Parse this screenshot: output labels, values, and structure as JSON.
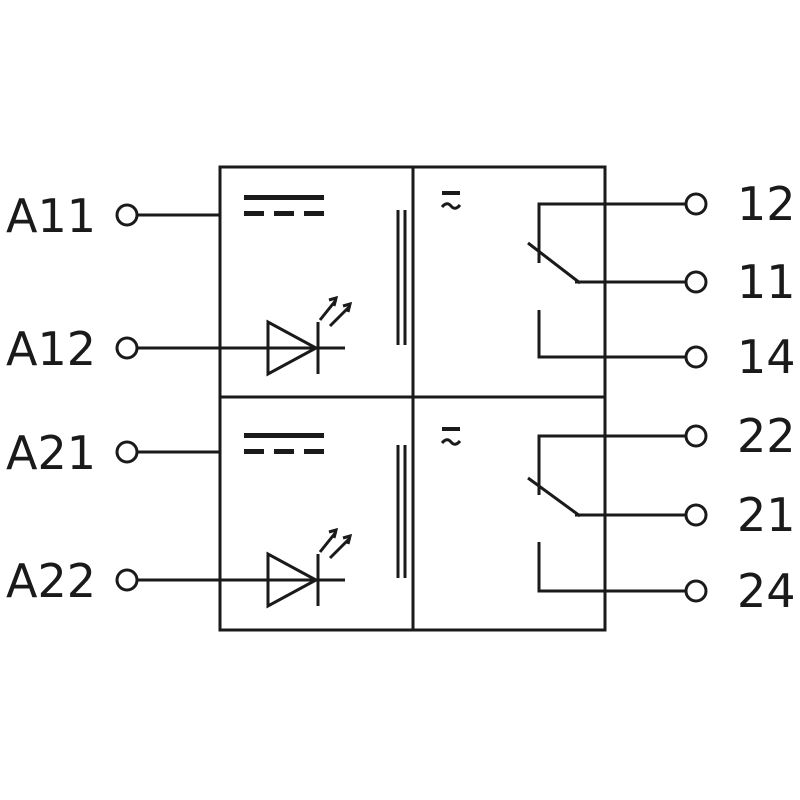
{
  "diagram": {
    "channels": [
      {
        "inputs": [
          "A11",
          "A12"
        ],
        "outputs": [
          "12",
          "11",
          "14"
        ]
      },
      {
        "inputs": [
          "A21",
          "A22"
        ],
        "outputs": [
          "22",
          "21",
          "24"
        ]
      }
    ],
    "symbols": {
      "input_icon": "dc-symbol",
      "indicator_icon": "led-diode",
      "output_icon": "ac-dc-symbol",
      "contact_icon": "changeover-contact"
    }
  }
}
